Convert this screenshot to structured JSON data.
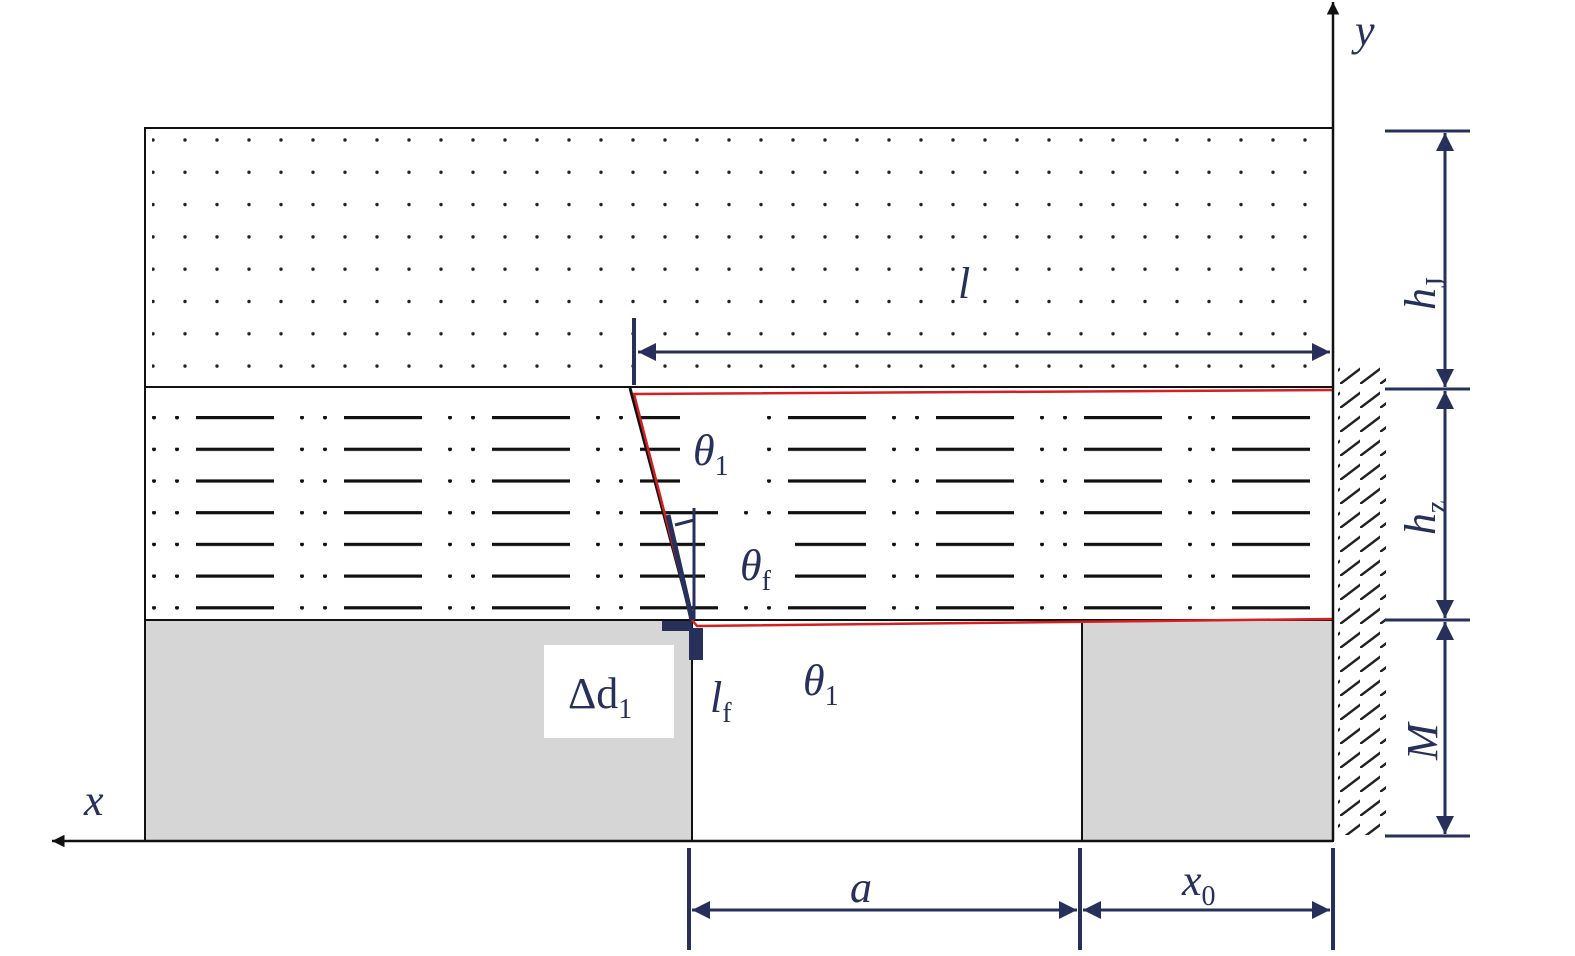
{
  "labels": {
    "x_axis": "x",
    "y_axis": "y",
    "length": "l",
    "theta1_upper": {
      "main": "θ",
      "sub": "1"
    },
    "theta_f": {
      "main": "θ",
      "sub": "f"
    },
    "theta1_lower": {
      "main": "θ",
      "sub": "1"
    },
    "delta_d1": {
      "main": "Δd",
      "sub": "1"
    },
    "l_f": {
      "main": "l",
      "sub": "f"
    },
    "a": "a",
    "x0": {
      "main": "x",
      "sub": "0"
    },
    "h_j": {
      "main": "h",
      "sub": "J"
    },
    "h_z": {
      "main": "h",
      "sub": "z"
    },
    "M": "M"
  },
  "colors": {
    "ink": "#27305a",
    "fracture": "#d42020",
    "coal_fill": "#d6d6d6"
  }
}
